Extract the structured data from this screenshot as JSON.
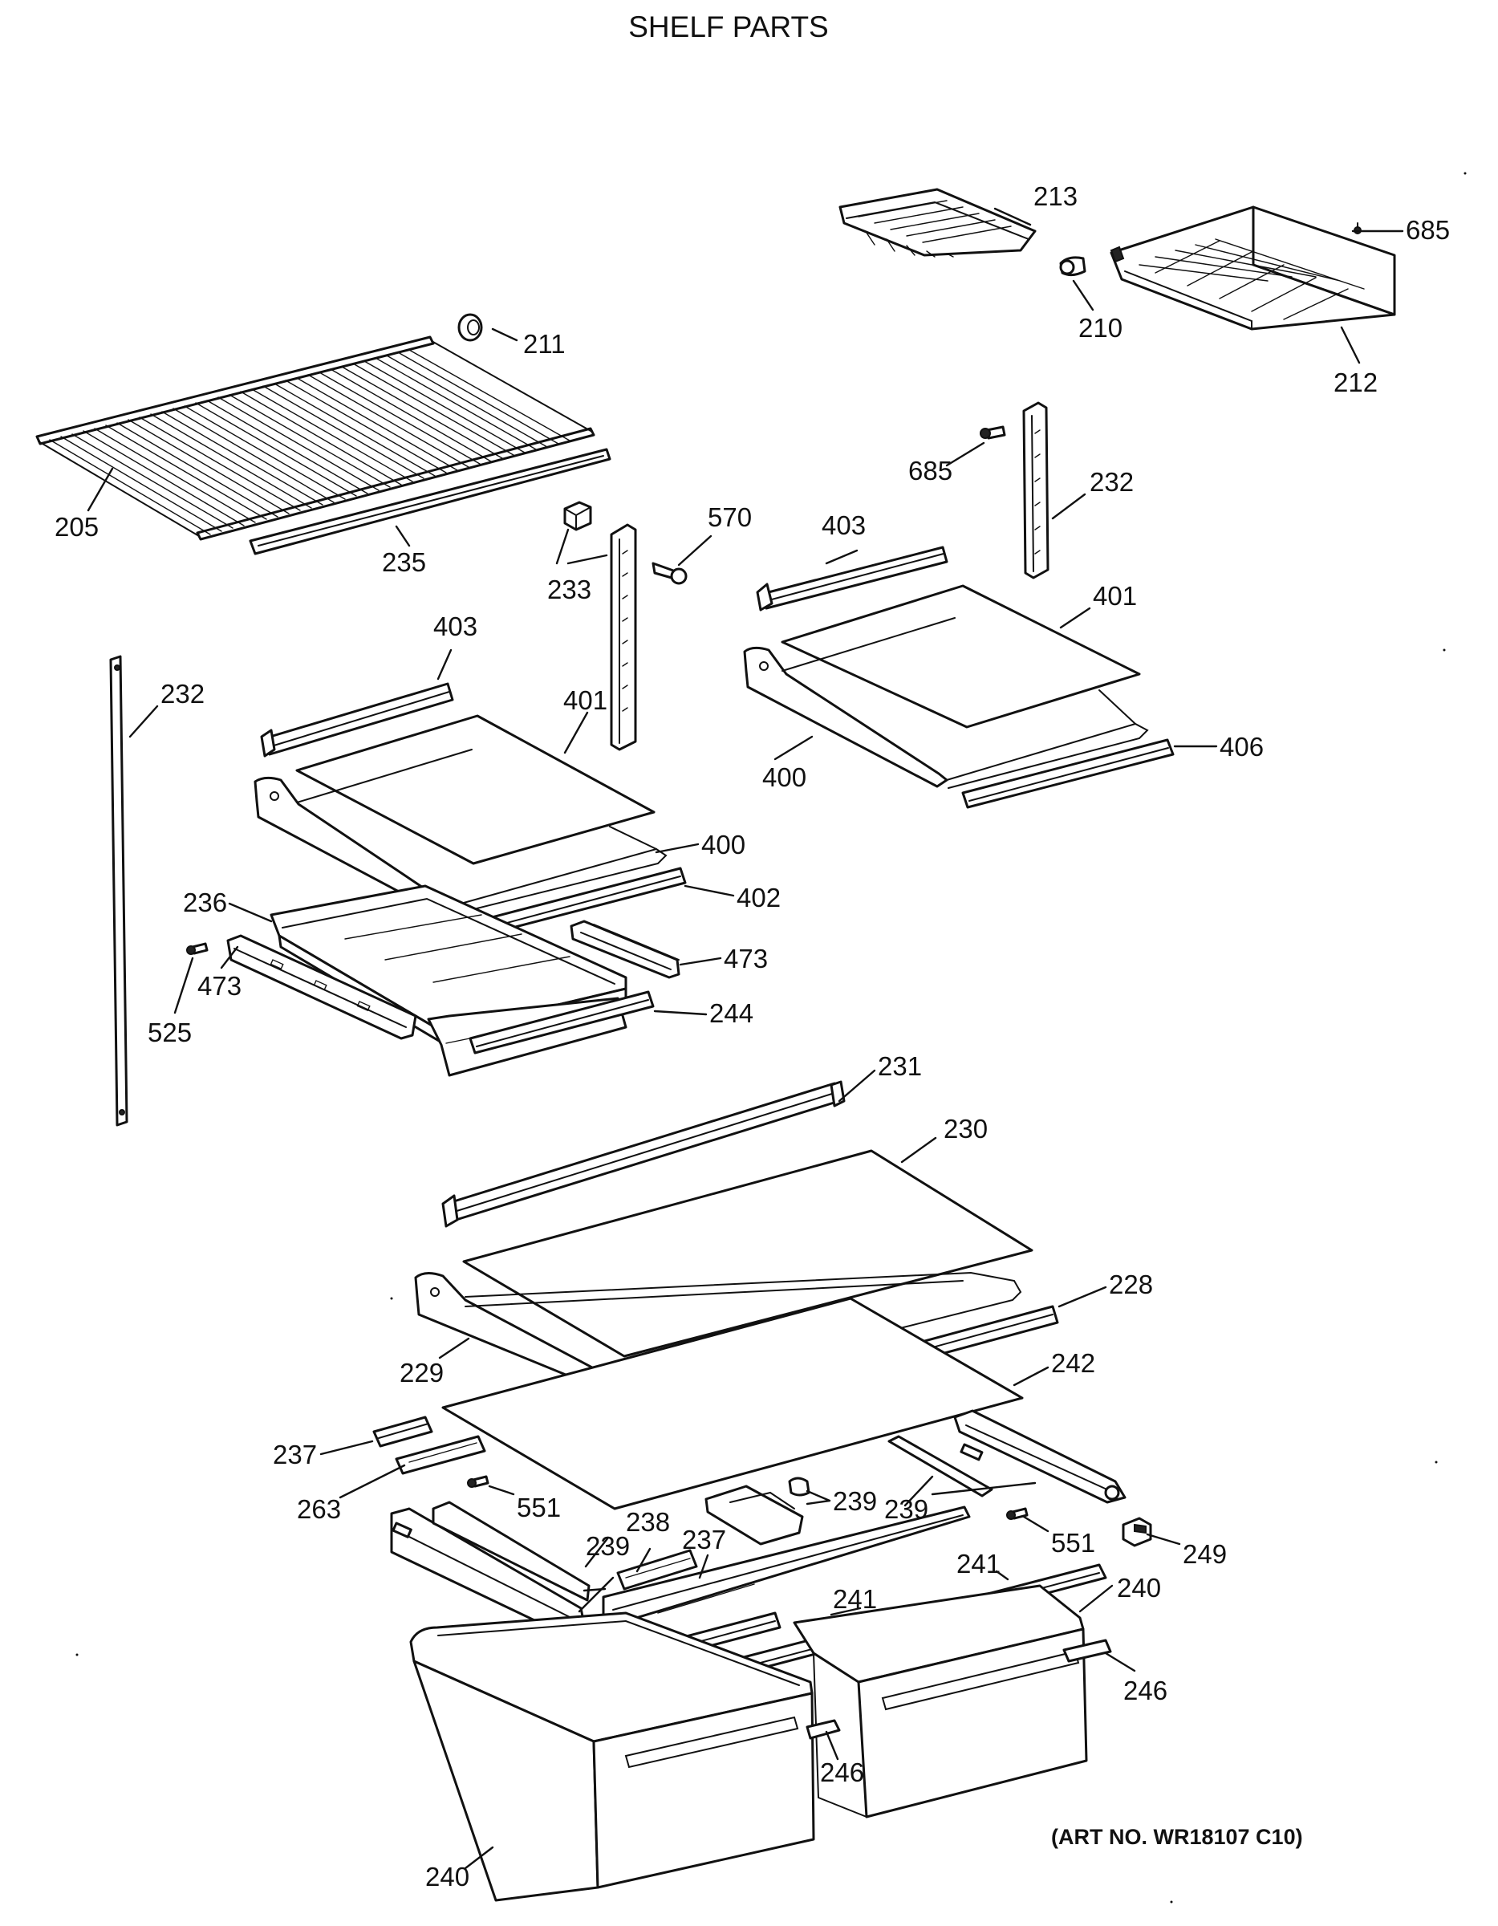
{
  "title": "SHELF PARTS",
  "art_number": "(ART NO. WR18107 C10)",
  "callouts": [
    "213",
    "685",
    "210",
    "212",
    "211",
    "205",
    "235",
    "685",
    "232",
    "570",
    "233",
    "403",
    "401",
    "232",
    "403",
    "401",
    "400",
    "406",
    "400",
    "402",
    "236",
    "473",
    "473",
    "525",
    "244",
    "231",
    "230",
    "228",
    "229",
    "242",
    "237",
    "263",
    "551",
    "239",
    "239",
    "238",
    "237",
    "239",
    "551",
    "249",
    "241",
    "240",
    "241",
    "246",
    "246",
    "240"
  ]
}
